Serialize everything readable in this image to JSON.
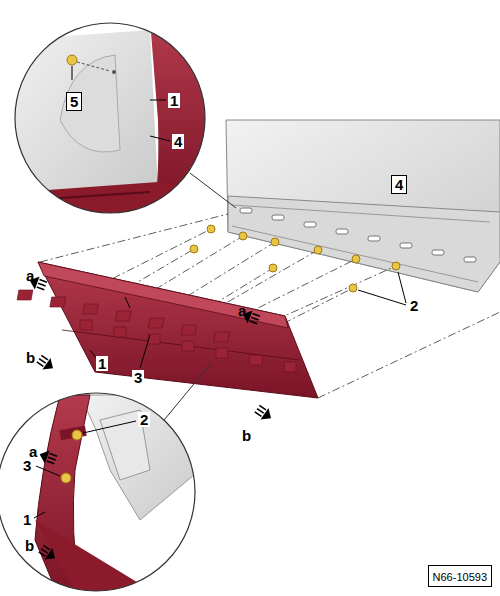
{
  "diagram": {
    "nodes": [
      {
        "text": [
          "N66-10593"
        ]
      }
    ],
    "labels": [
      "5",
      "1",
      "4",
      "4",
      "a",
      "2",
      "a",
      "b",
      "1",
      "3",
      "b",
      "a",
      "2",
      "3",
      "1",
      "b"
    ]
  }
}
